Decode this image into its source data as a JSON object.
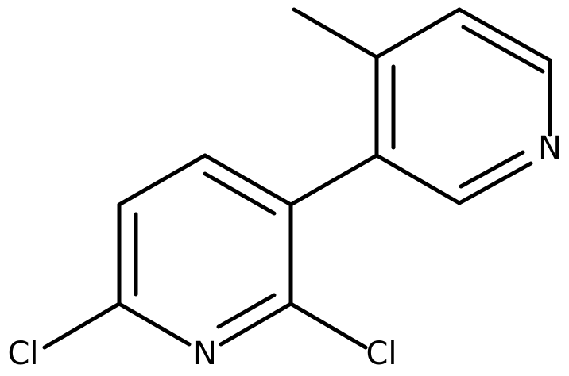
{
  "molecule": {
    "atoms": {
      "n_upper": "N",
      "n_lower": "N",
      "cl_left": "Cl",
      "cl_right": "Cl"
    }
  }
}
